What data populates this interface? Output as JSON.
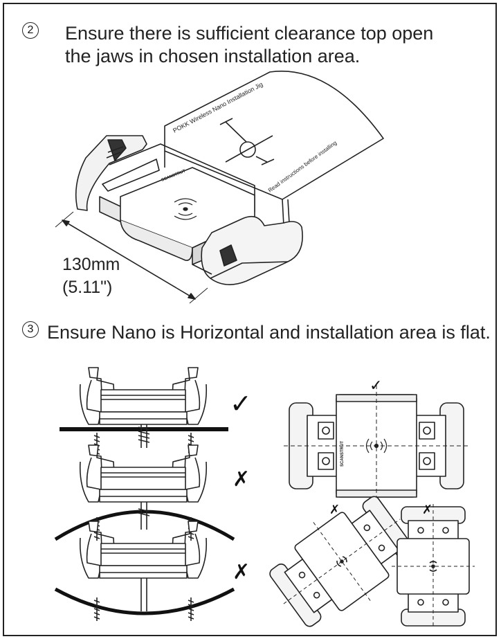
{
  "steps": [
    {
      "number": "2",
      "text": "Ensure there is sufficient clearance top open the jaws in chosen installation area."
    },
    {
      "number": "3",
      "text": "Ensure Nano is Horizontal and installation area is flat."
    }
  ],
  "jig": {
    "label": "POKK Wireless Nano Installation Jig",
    "note": "Read instructions before installing"
  },
  "dimension": {
    "metric": "130mm",
    "imperial": "(5.11\")"
  },
  "brand_mark": "SCANSTRUT",
  "marks": {
    "correct": "✓",
    "wrong": "✗"
  }
}
